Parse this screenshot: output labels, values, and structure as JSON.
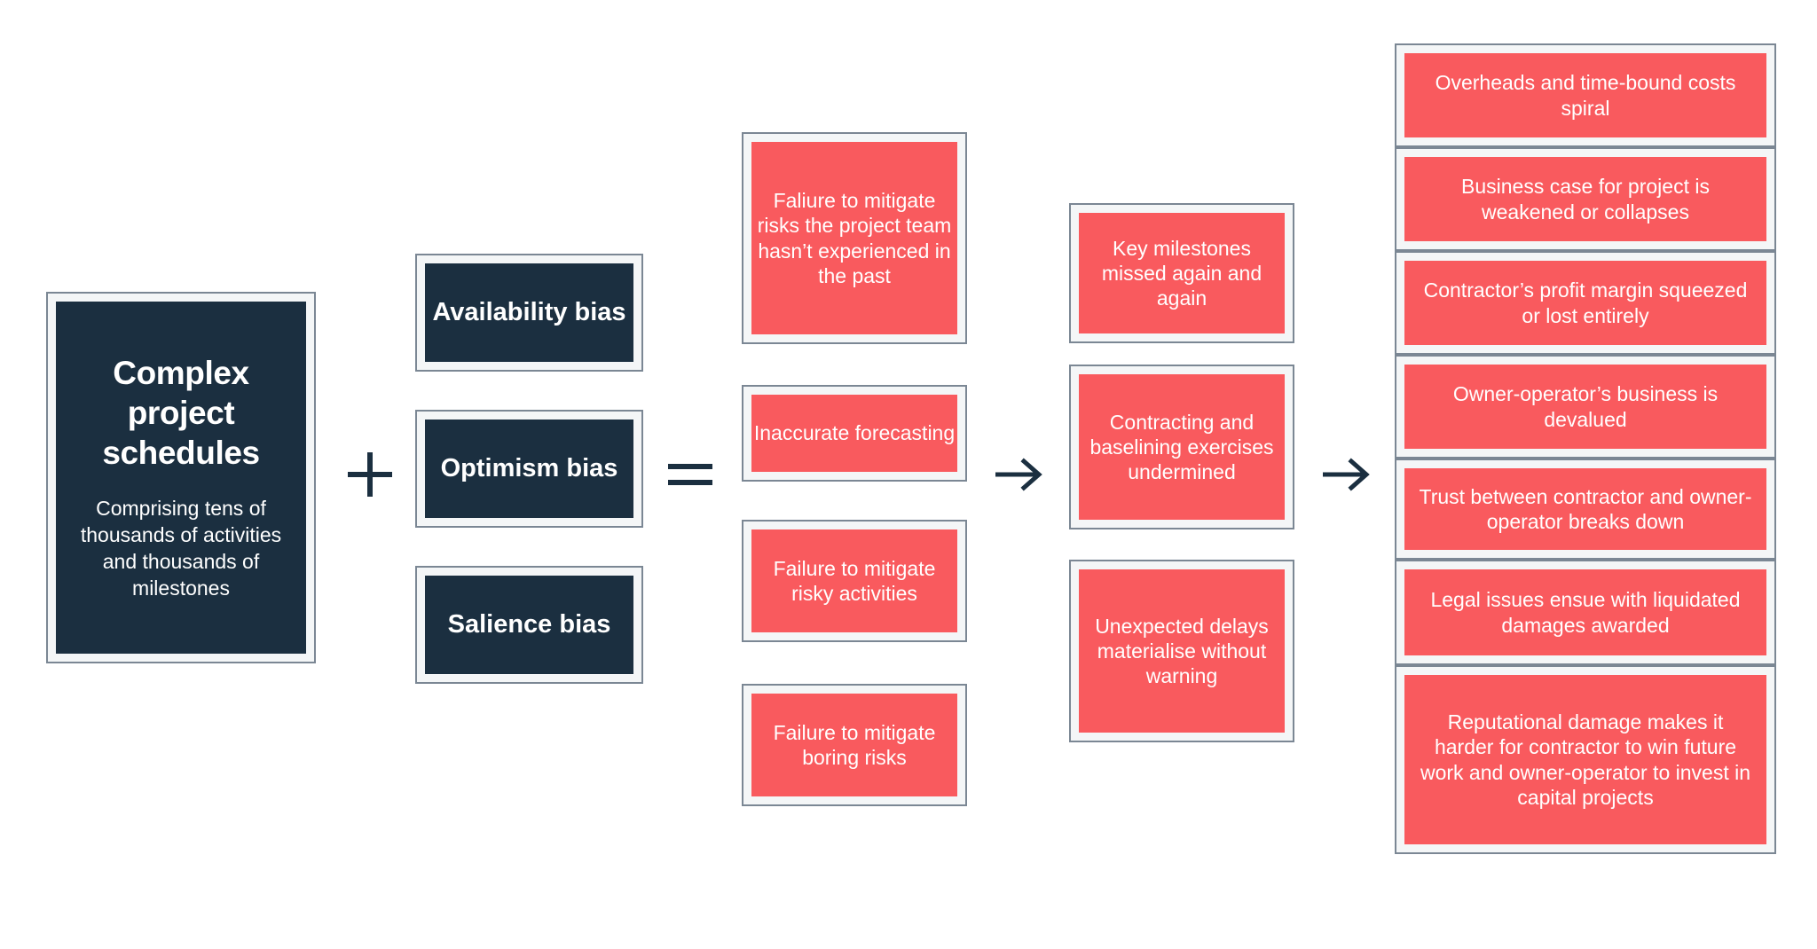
{
  "diagram": {
    "title": "Complex project schedules cognitive-bias consequence chain",
    "colors": {
      "navy": "#1b2f40",
      "red": "#f95a5e",
      "frame_border": "#7b8794",
      "frame_gap": "#f4f6f7",
      "text_on_fill": "#ffffff",
      "background": "#ffffff"
    },
    "columns": {
      "input": {
        "title": "Complex project schedules",
        "subtitle": "Comprising tens of thousands of activities and thousands of milestones"
      },
      "biases": {
        "items": [
          {
            "label": "Availability bias"
          },
          {
            "label": "Optimism bias"
          },
          {
            "label": "Salience bias"
          }
        ]
      },
      "consequences": {
        "items": [
          {
            "label": "Faliure to mitigate risks the project team hasn’t experienced in the past"
          },
          {
            "label": "Inaccurate forecasting"
          },
          {
            "label": "Failure to mitigate risky activities"
          },
          {
            "label": "Failure to mitigate boring risks"
          }
        ]
      },
      "impacts": {
        "items": [
          {
            "label": "Key milestones missed again and again"
          },
          {
            "label": "Contracting and baselining exercises undermined"
          },
          {
            "label": "Unexpected delays materialise without warning"
          }
        ]
      },
      "outcomes": {
        "items": [
          {
            "label": "Overheads and time-bound costs spiral"
          },
          {
            "label": "Business case for project is weakened or collapses"
          },
          {
            "label": "Contractor’s profit margin squeezed or lost entirely"
          },
          {
            "label": "Owner-operator’s business is devalued"
          },
          {
            "label": "Trust between contractor and owner-operator breaks down"
          },
          {
            "label": "Legal issues ensue with liquidated damages awarded"
          },
          {
            "label": "Reputational damage makes it harder for contractor to win future work and owner-operator to invest in capital projects"
          }
        ]
      }
    },
    "operators": [
      {
        "name": "plus",
        "glyph": "+"
      },
      {
        "name": "equals",
        "glyph": "="
      },
      {
        "name": "arrow-right-1",
        "glyph": "→"
      },
      {
        "name": "arrow-right-2",
        "glyph": "→"
      }
    ]
  }
}
